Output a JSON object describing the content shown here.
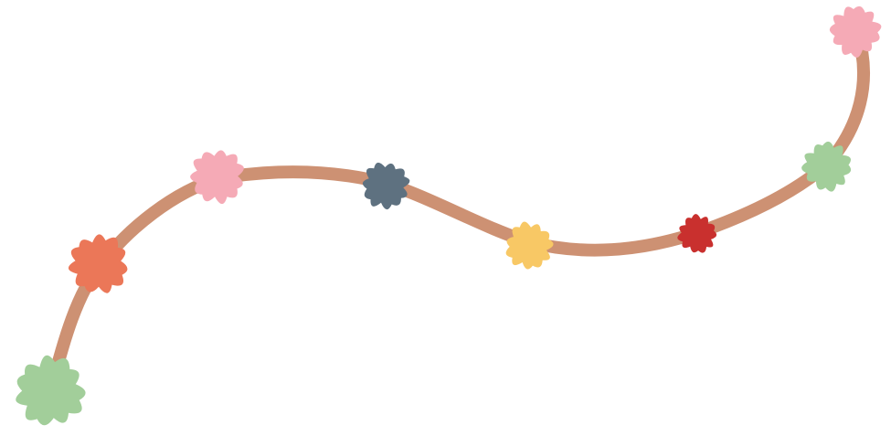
{
  "illustration": {
    "string_color": "#CD9173",
    "pompoms": [
      {
        "name": "pompom-green-large",
        "color": "#A2CE9A"
      },
      {
        "name": "pompom-orange",
        "color": "#EB7758"
      },
      {
        "name": "pompom-pink-left",
        "color": "#F5AAB6"
      },
      {
        "name": "pompom-slate",
        "color": "#5E7180"
      },
      {
        "name": "pompom-yellow",
        "color": "#F8C865"
      },
      {
        "name": "pompom-red",
        "color": "#C9302E"
      },
      {
        "name": "pompom-green-right",
        "color": "#A2CE9A"
      },
      {
        "name": "pompom-pink-top",
        "color": "#F5AAB6"
      }
    ]
  }
}
